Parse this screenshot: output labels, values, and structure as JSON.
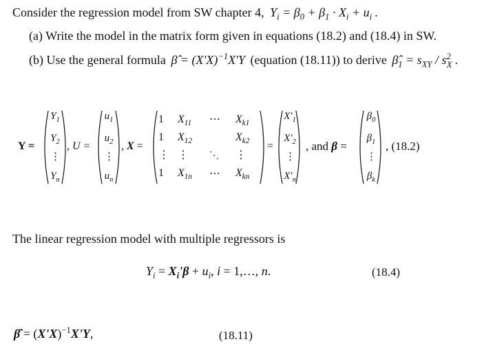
{
  "intro": {
    "text_before": "Consider the regression model from SW chapter 4,",
    "equation": "Y_i = β_0 + β_1 · X_i + u_i ."
  },
  "part_a": {
    "label": "(a)",
    "text": "Write the model in the matrix form given in equations (18.2) and (18.4) in SW."
  },
  "part_b": {
    "label": "(b)",
    "text_1": "Use the general formula",
    "formula": "β̂ = (X'X)⁻¹X'Y",
    "text_2": "(equation (18.11)) to derive",
    "target": "β̂₁ = s_XY / s²_X ."
  },
  "matrices": {
    "Y": {
      "name": "Y",
      "entries": [
        "Y₁",
        "Y₂",
        "⋮",
        "Yₙ"
      ]
    },
    "U": {
      "name": "U",
      "entries": [
        "u₁",
        "u₂",
        "⋮",
        "uₙ"
      ]
    },
    "X": {
      "name": "X",
      "rows": [
        [
          "1",
          "X₁₁",
          "⋯",
          "X_k1"
        ],
        [
          "1",
          "X₁₂",
          "⋯",
          "X_k2"
        ],
        [
          "⋮",
          "⋮",
          "⋱",
          "⋮"
        ],
        [
          "1",
          "X₁ₙ",
          "⋯",
          "X_kn"
        ]
      ]
    },
    "Xprime": {
      "entries": [
        "X'₁",
        "X'₂",
        "⋮",
        "X'ₙ"
      ]
    },
    "beta": {
      "name": "β",
      "entries": [
        "β₀",
        "β₁",
        "⋮",
        "βₖ"
      ]
    },
    "and_text": ", and",
    "eq_number": "(18.2)"
  },
  "linear_model": {
    "text": "The linear regression model with multiple regressors is",
    "equation": "Yᵢ = Xᵢ'β + uᵢ, i = 1,…, n.",
    "eq_number": "(18.4)"
  },
  "ols": {
    "equation": "β̂ = (X'X)⁻¹X'Y,",
    "eq_number": "(18.11)"
  }
}
